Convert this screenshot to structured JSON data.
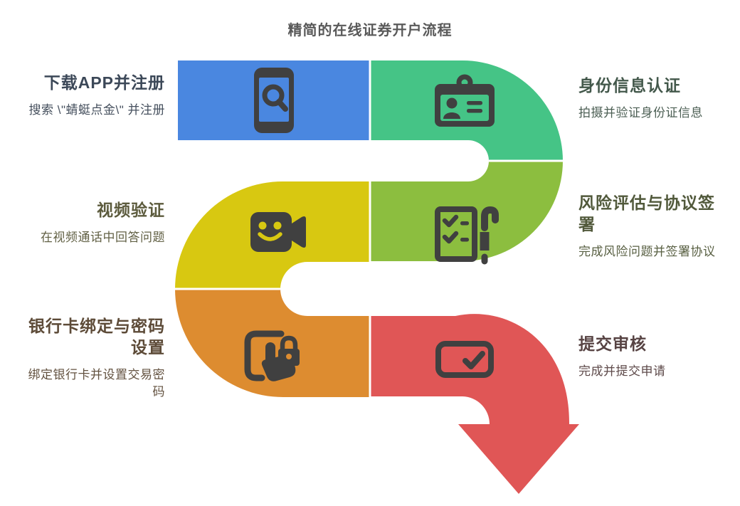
{
  "title": "精简的在线证券开户流程",
  "colors": {
    "background": "#ffffff",
    "title_text": "#595959",
    "icon": "#404040",
    "seam": "#ffffff"
  },
  "steps": [
    {
      "title": "下载APP并注册",
      "desc": "搜索 \\\"蜻蜓点金\\\" 并注册",
      "color": "#4a87e0",
      "title_color": "#3c4858",
      "desc_color": "#46505e",
      "icon": "phone-search-icon",
      "side": "left"
    },
    {
      "title": "身份信息认证",
      "desc": "拍摄并验证身份证信息",
      "color": "#45c486",
      "title_color": "#43584b",
      "desc_color": "#4c5f54",
      "icon": "id-card-icon",
      "side": "right"
    },
    {
      "title": "视频验证",
      "desc": "在视频通话中回答问题",
      "color": "#d8c811",
      "title_color": "#5c5b3d",
      "desc_color": "#626145",
      "icon": "video-camera-icon",
      "side": "left"
    },
    {
      "title": "风险评估与协议签署",
      "desc": "完成风险问题并签署协议",
      "color": "#8cbe3f",
      "title_color": "#51593b",
      "desc_color": "#596043",
      "icon": "checklist-pen-icon",
      "side": "right"
    },
    {
      "title": "银行卡绑定与密码设置",
      "desc": "绑定银行卡并设置交易密码",
      "color": "#dd8c30",
      "title_color": "#5d4b38",
      "desc_color": "#635240",
      "icon": "touch-lock-icon",
      "side": "left"
    },
    {
      "title": "提交审核",
      "desc": "完成并提交申请",
      "color": "#e05656",
      "title_color": "#574343",
      "desc_color": "#5e4a4a",
      "icon": "submit-check-icon",
      "side": "right"
    }
  ]
}
